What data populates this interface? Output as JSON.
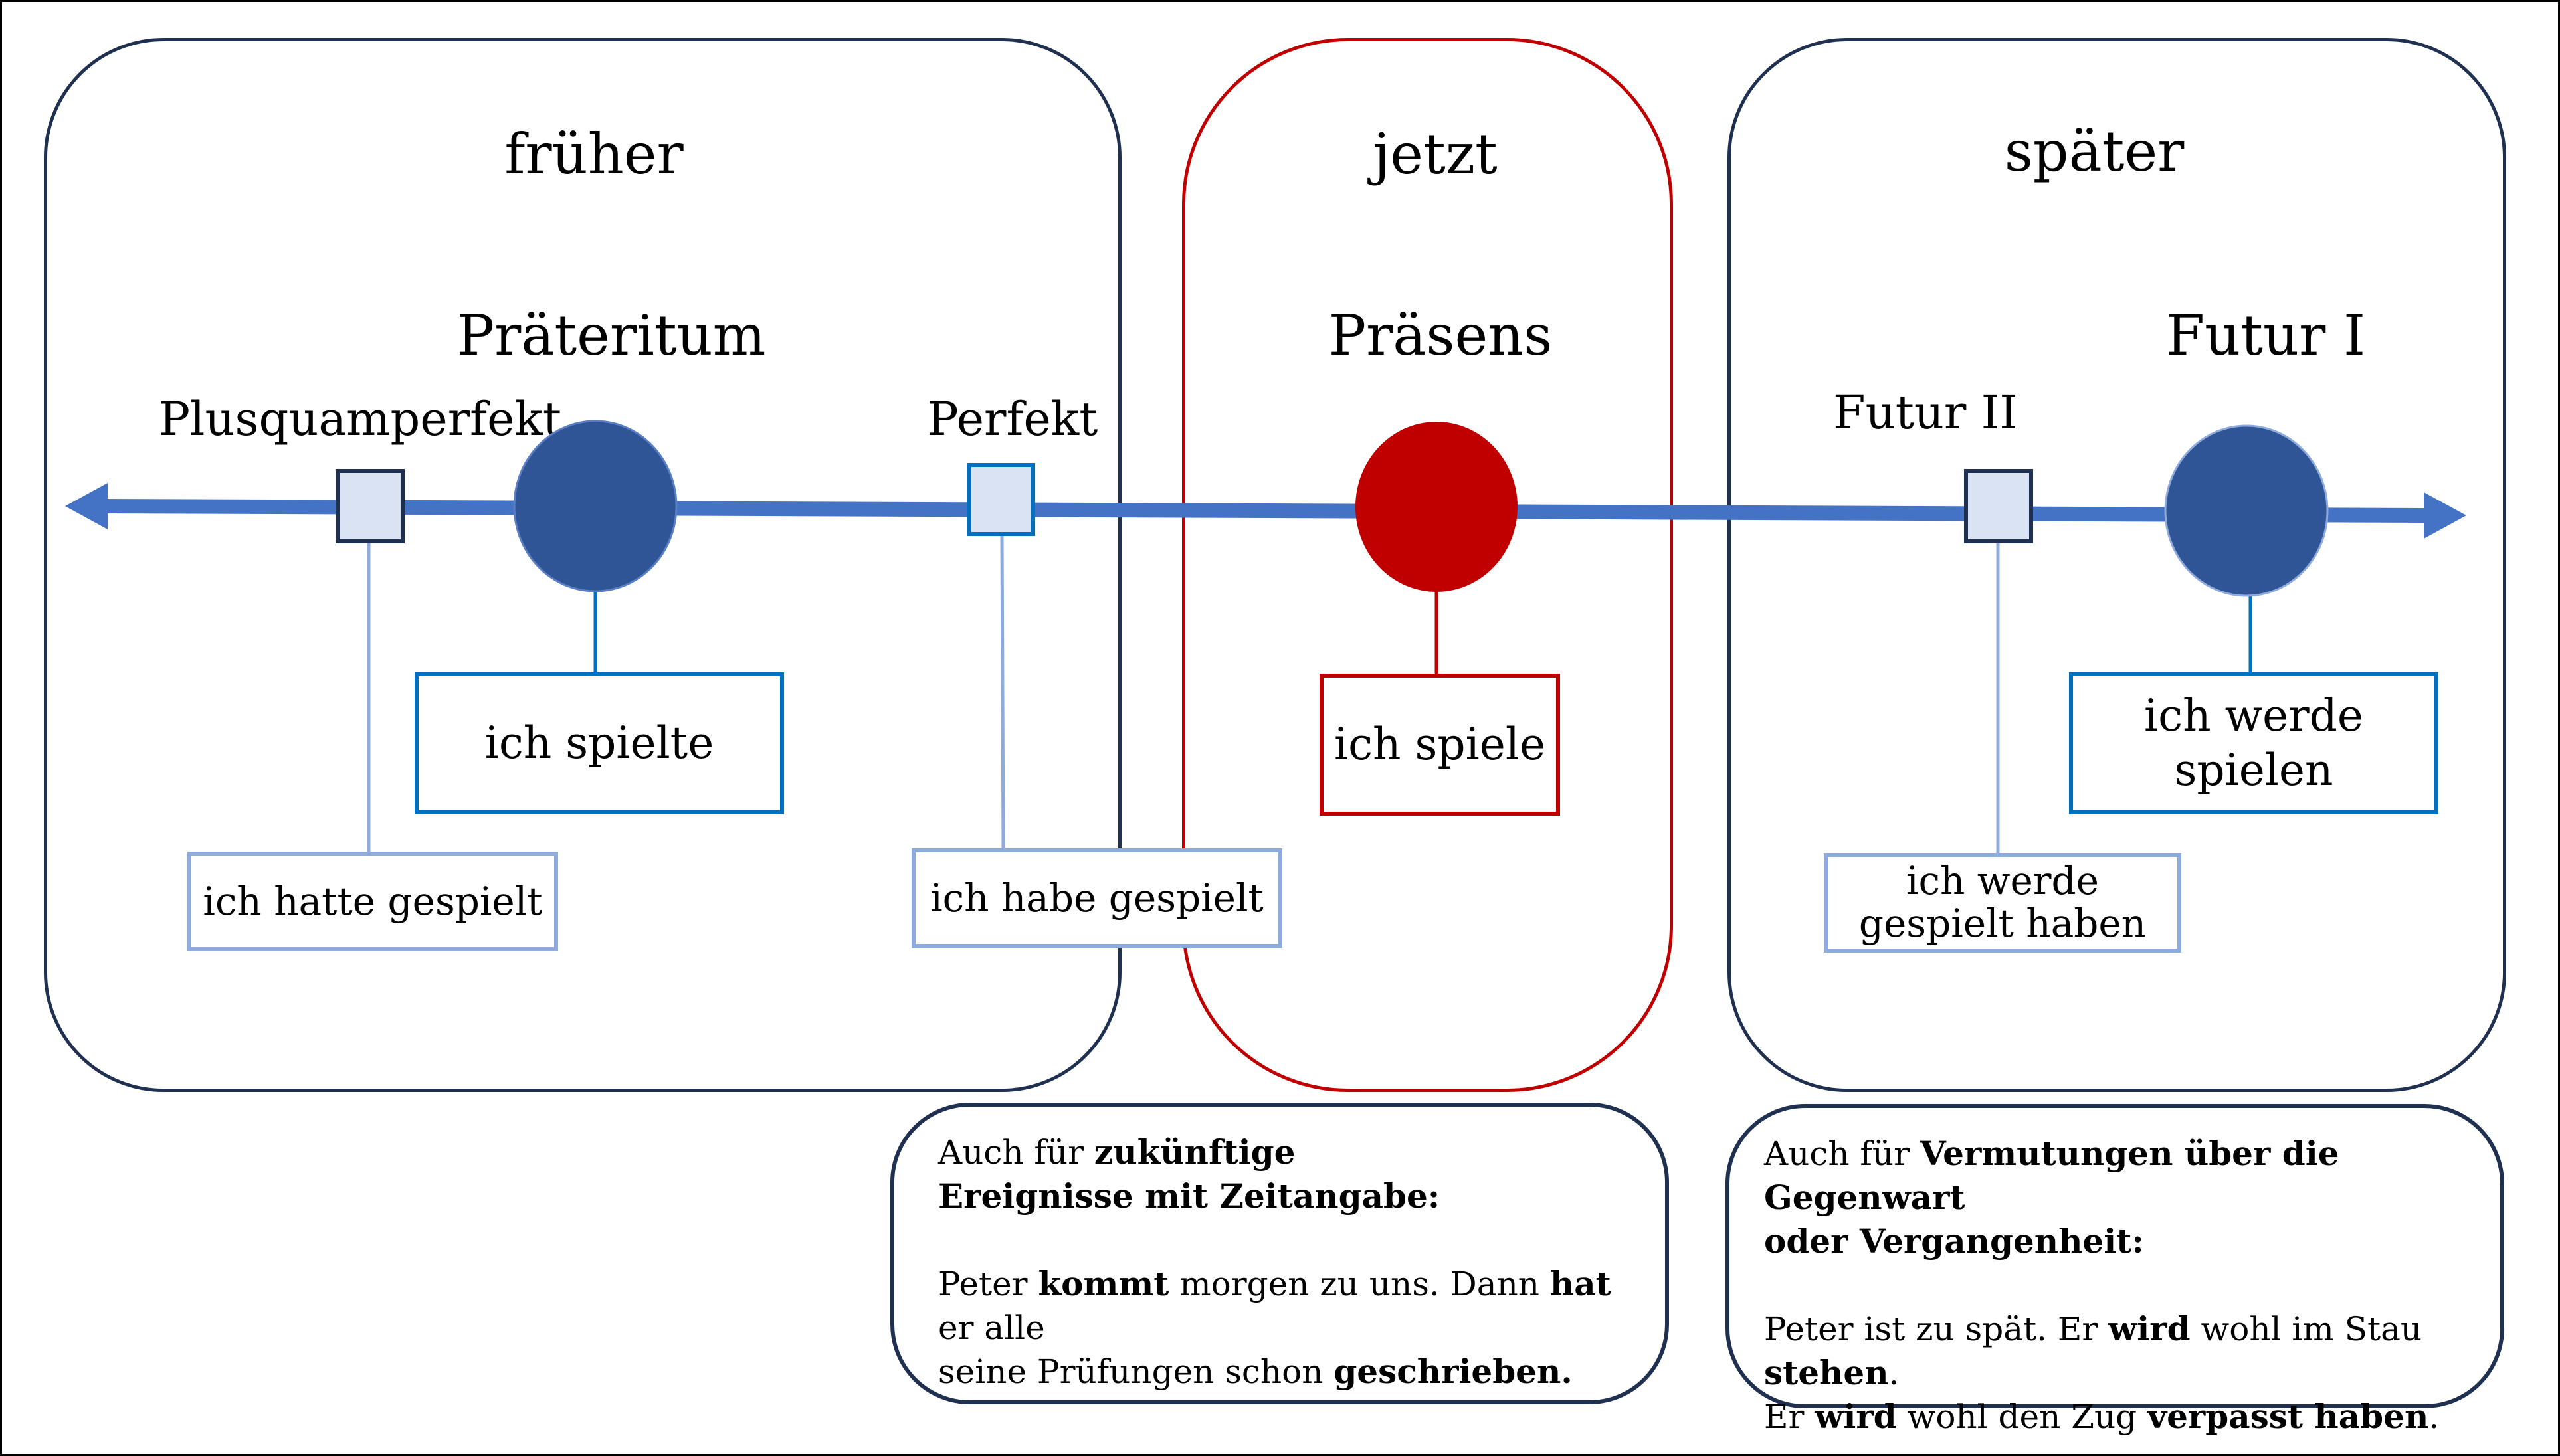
{
  "title": "Zeitformen im Deutschen",
  "colors": {
    "timeline": "#4472c4",
    "past_future_circle": "#2f5597",
    "present_circle": "#c00000",
    "square_fill": "#dae3f3",
    "square_border": "#1f3050",
    "primary_box_border": "#0070c0",
    "secondary_box_border": "#8faadc",
    "region_border": "#1f3050",
    "present_region_border": "#c00000"
  },
  "regions": {
    "past": {
      "heading": "früher"
    },
    "now": {
      "heading": "jetzt"
    },
    "future": {
      "heading": "später"
    }
  },
  "tenses": {
    "praeteritum": {
      "name": "Präteritum",
      "example": "ich spielte"
    },
    "plusquamperfekt": {
      "name": "Plusquamperfekt",
      "example": "ich hatte gespielt"
    },
    "perfekt": {
      "name": "Perfekt",
      "example": "ich habe gespielt"
    },
    "praesens": {
      "name": "Präsens",
      "example": "ich spiele"
    },
    "futur2": {
      "name": "Futur II",
      "example_line1": "ich werde",
      "example_line2": "gespielt haben"
    },
    "futur1": {
      "name": "Futur I",
      "example_line1": "ich werde",
      "example_line2": "spielen"
    }
  },
  "notes": {
    "praesens": {
      "intro_plain": "Auch für ",
      "intro_bold_1": "zukünftige",
      "intro_bold_2": "Ereignisse mit Zeitangabe:",
      "ex_1": "Peter ",
      "ex_2": "kommt",
      "ex_3": " morgen zu uns. Dann ",
      "ex_4": "hat",
      "ex_5": " er alle",
      "ex_6": "seine Prüfungen schon ",
      "ex_7": "geschrieben."
    },
    "futur": {
      "intro_plain": "Auch für ",
      "intro_bold_1": "Vermutungen über die Gegenwart",
      "intro_bold_2": "oder Vergangenheit:",
      "ex_1": "Peter ist zu spät. Er ",
      "ex_2": "wird",
      "ex_3": " wohl im Stau ",
      "ex_4": "stehen",
      "ex_5": ".",
      "ex_6": "Er ",
      "ex_7": "wird",
      "ex_8": " wohl den Zug ",
      "ex_9": "verpasst haben",
      "ex_10": "."
    }
  }
}
